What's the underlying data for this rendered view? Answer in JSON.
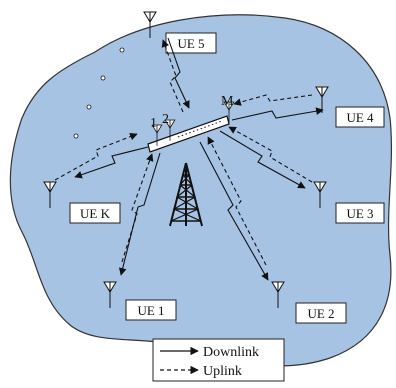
{
  "antenna_labels": {
    "first": "1",
    "second": "2",
    "last": "M"
  },
  "users": [
    {
      "id": "ue5",
      "label": "UE 5"
    },
    {
      "id": "ue4",
      "label": "UE 4"
    },
    {
      "id": "uek",
      "label": "UE K"
    },
    {
      "id": "ue3",
      "label": "UE 3"
    },
    {
      "id": "ue1",
      "label": "UE 1"
    },
    {
      "id": "ue2",
      "label": "UE 2"
    }
  ],
  "legend": {
    "downlink": "Downlink",
    "uplink": "Uplink"
  },
  "colors": {
    "cell_fill": "#a7c3e3",
    "cell_stroke": "#333333",
    "line": "#111111"
  }
}
